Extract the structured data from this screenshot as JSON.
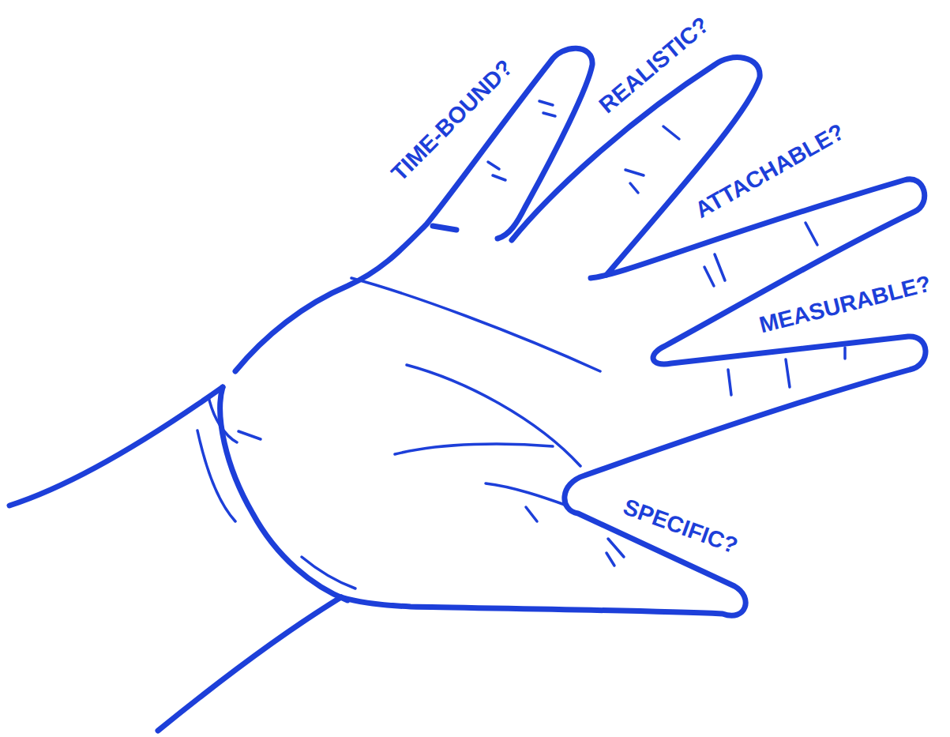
{
  "diagram": {
    "labels": [
      "TIME-BOUND?",
      "REALISTIC?",
      "ATTACHABLE?",
      "MEASURABLE?",
      "SPECIFIC?"
    ]
  }
}
